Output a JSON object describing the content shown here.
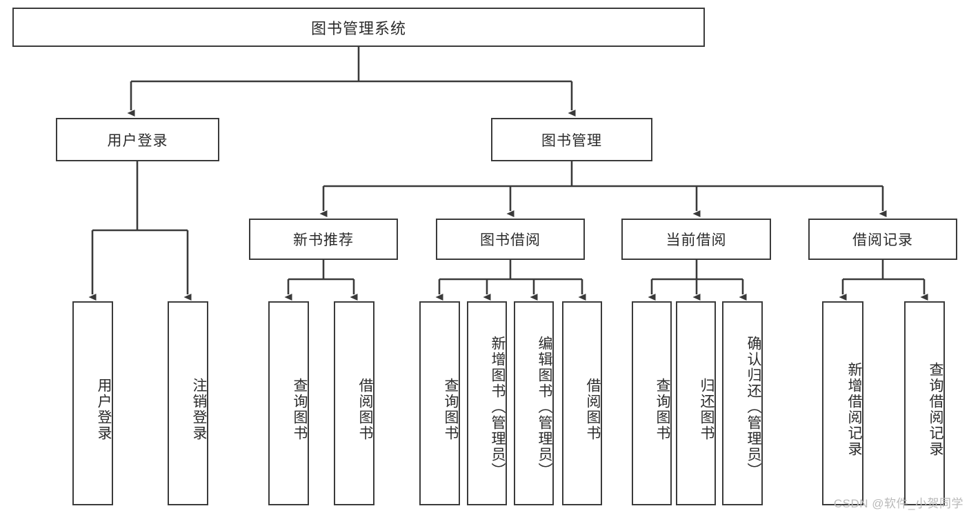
{
  "diagram": {
    "title": "图书管理系统",
    "type": "hierarchy-tree",
    "root": {
      "label": "图书管理系统"
    },
    "level2": [
      {
        "label": "用户登录"
      },
      {
        "label": "图书管理"
      }
    ],
    "level3": [
      {
        "label": "新书推荐"
      },
      {
        "label": "图书借阅"
      },
      {
        "label": "当前借阅"
      },
      {
        "label": "借阅记录"
      }
    ],
    "leaves": {
      "user_login": [
        {
          "label": "用户登录"
        },
        {
          "label": "注销登录"
        }
      ],
      "new_book_recommend": [
        {
          "label": "查询图书"
        },
        {
          "label": "借阅图书"
        }
      ],
      "book_borrow": [
        {
          "label": "查询图书"
        },
        {
          "label": "新增图书（管理员）"
        },
        {
          "label": "编辑图书（管理员）"
        },
        {
          "label": "借阅图书"
        }
      ],
      "current_borrow": [
        {
          "label": "查询图书"
        },
        {
          "label": "归还图书"
        },
        {
          "label": "确认归还（管理员）"
        }
      ],
      "borrow_record": [
        {
          "label": "新增借阅记录"
        },
        {
          "label": "查询借阅记录"
        }
      ]
    }
  },
  "watermark": {
    "text": "CSDN @软件_小贺同学"
  },
  "colors": {
    "stroke": "#3a3a3a",
    "fill": "#ffffff",
    "text": "#2b2b2b",
    "watermark": "#b9b9b9"
  }
}
